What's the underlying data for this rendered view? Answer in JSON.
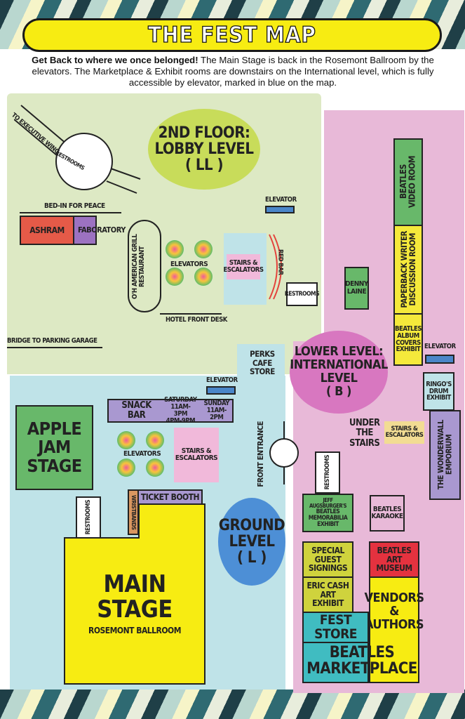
{
  "title": "THE FEST MAP",
  "intro_bold": "Get Back to where we once belonged!",
  "intro_text": " The Main Stage is back in the Rosemont Ballroom by the elevators. The Marketplace & Exhibit rooms are downstairs on the International level, which is fully accessible by elevator, marked in blue on the map.",
  "floors": {
    "lobby": {
      "line1": "2ND FLOOR:",
      "line2": "LOBBY LEVEL",
      "code": "( LL )"
    },
    "international": {
      "line1": "LOWER LEVEL:",
      "line2": "INTERNATIONAL",
      "line3": "LEVEL",
      "code": "( B )"
    },
    "ground": {
      "line1": "GROUND",
      "line2": "LEVEL",
      "code": "( L )"
    }
  },
  "lobby_labels": {
    "executive": "TO EXECUTIVE WING",
    "restrooms": "RESTROOMS",
    "bed_in": "BED-IN FOR PEACE",
    "ashram": "ASHRAM",
    "faboratory": "FABORATORY",
    "grill_line1": "O'H AMERICAN GRILL",
    "grill_line2": "RESTAURANT",
    "elevators": "ELEVATORS",
    "stairs1": "STAIRS &",
    "stairs2": "ESCALATORS",
    "red_bar": "RED BAR",
    "elevator": "ELEVATOR",
    "restrooms2": "RESTROOMS",
    "front_desk": "HOTEL FRONT DESK",
    "bridge": "BRIDGE TO PARKING GARAGE"
  },
  "ground_labels": {
    "perks1": "PERKS",
    "perks2": "CAFE",
    "perks3": "STORE",
    "elevator": "ELEVATOR",
    "snack_bar": "SNACK BAR",
    "sat1": "SATURDAY",
    "sat2": "11AM-3PM",
    "sat3": "4PM-9PM",
    "sun1": "SUNDAY",
    "sun2": "11AM-2PM",
    "apple1": "APPLE",
    "apple2": "JAM",
    "apple3": "STAGE",
    "elevators": "ELEVATORS",
    "stairs1": "STAIRS &",
    "stairs2": "ESCALATORS",
    "front_entrance": "FRONT ENTRANCE",
    "ticket_booth": "TICKET BOOTH",
    "wristbands": "WRISTBANDS",
    "restrooms": "RESTROOMS",
    "main_stage": "MAIN STAGE",
    "ballroom": "ROSEMONT BALLROOM"
  },
  "lower_labels": {
    "video1": "BEATLES",
    "video2": "VIDEO ROOM",
    "writer1": "PAPERBACK WRITER",
    "writer2": "DISCUSSION ROOM",
    "denny1": "DENNY",
    "denny2": "LAINE",
    "album1": "BEATLES",
    "album2": "ALBUM",
    "album3": "COVERS",
    "album4": "EXHIBIT",
    "elevator": "ELEVATOR",
    "ringo1": "RINGO'S",
    "ringo2": "DRUM",
    "ringo3": "EXHIBIT",
    "under1": "UNDER",
    "under2": "THE",
    "under3": "STAIRS",
    "stairs1": "STAIRS &",
    "stairs2": "ESCALATORS",
    "wonderwall1": "THE WONDERWALL",
    "wonderwall2": "EMPORIUM",
    "restrooms": "RESTROOMS",
    "jeff1": "JEFF AUGSBURGER'S",
    "jeff2": "BEATLES",
    "jeff3": "MEMORABILIA",
    "jeff4": "EXHIBIT",
    "karaoke1": "BEATLES",
    "karaoke2": "KARAOKE",
    "special1": "SPECIAL",
    "special2": "GUEST",
    "special3": "SIGNINGS",
    "art1": "BEATLES",
    "art2": "ART",
    "art3": "MUSEUM",
    "eric1": "ERIC CASH",
    "eric2": "ART EXHIBIT",
    "vendors1": "VENDORS",
    "vendors2": "&",
    "vendors3": "AUTHORS",
    "fest_store": "FEST STORE",
    "market1": "BEATLES",
    "market2": "MARKETPLACE"
  },
  "colors": {
    "lobby_floor": "#dde9c4",
    "ground_floor": "#bfe3e8",
    "lower_floor": "#e8b9d8",
    "lobby_badge": "#c8dc5a",
    "lower_badge": "#d877c0",
    "ground_badge": "#4d8fd6",
    "title_yellow": "#f7ec12"
  }
}
